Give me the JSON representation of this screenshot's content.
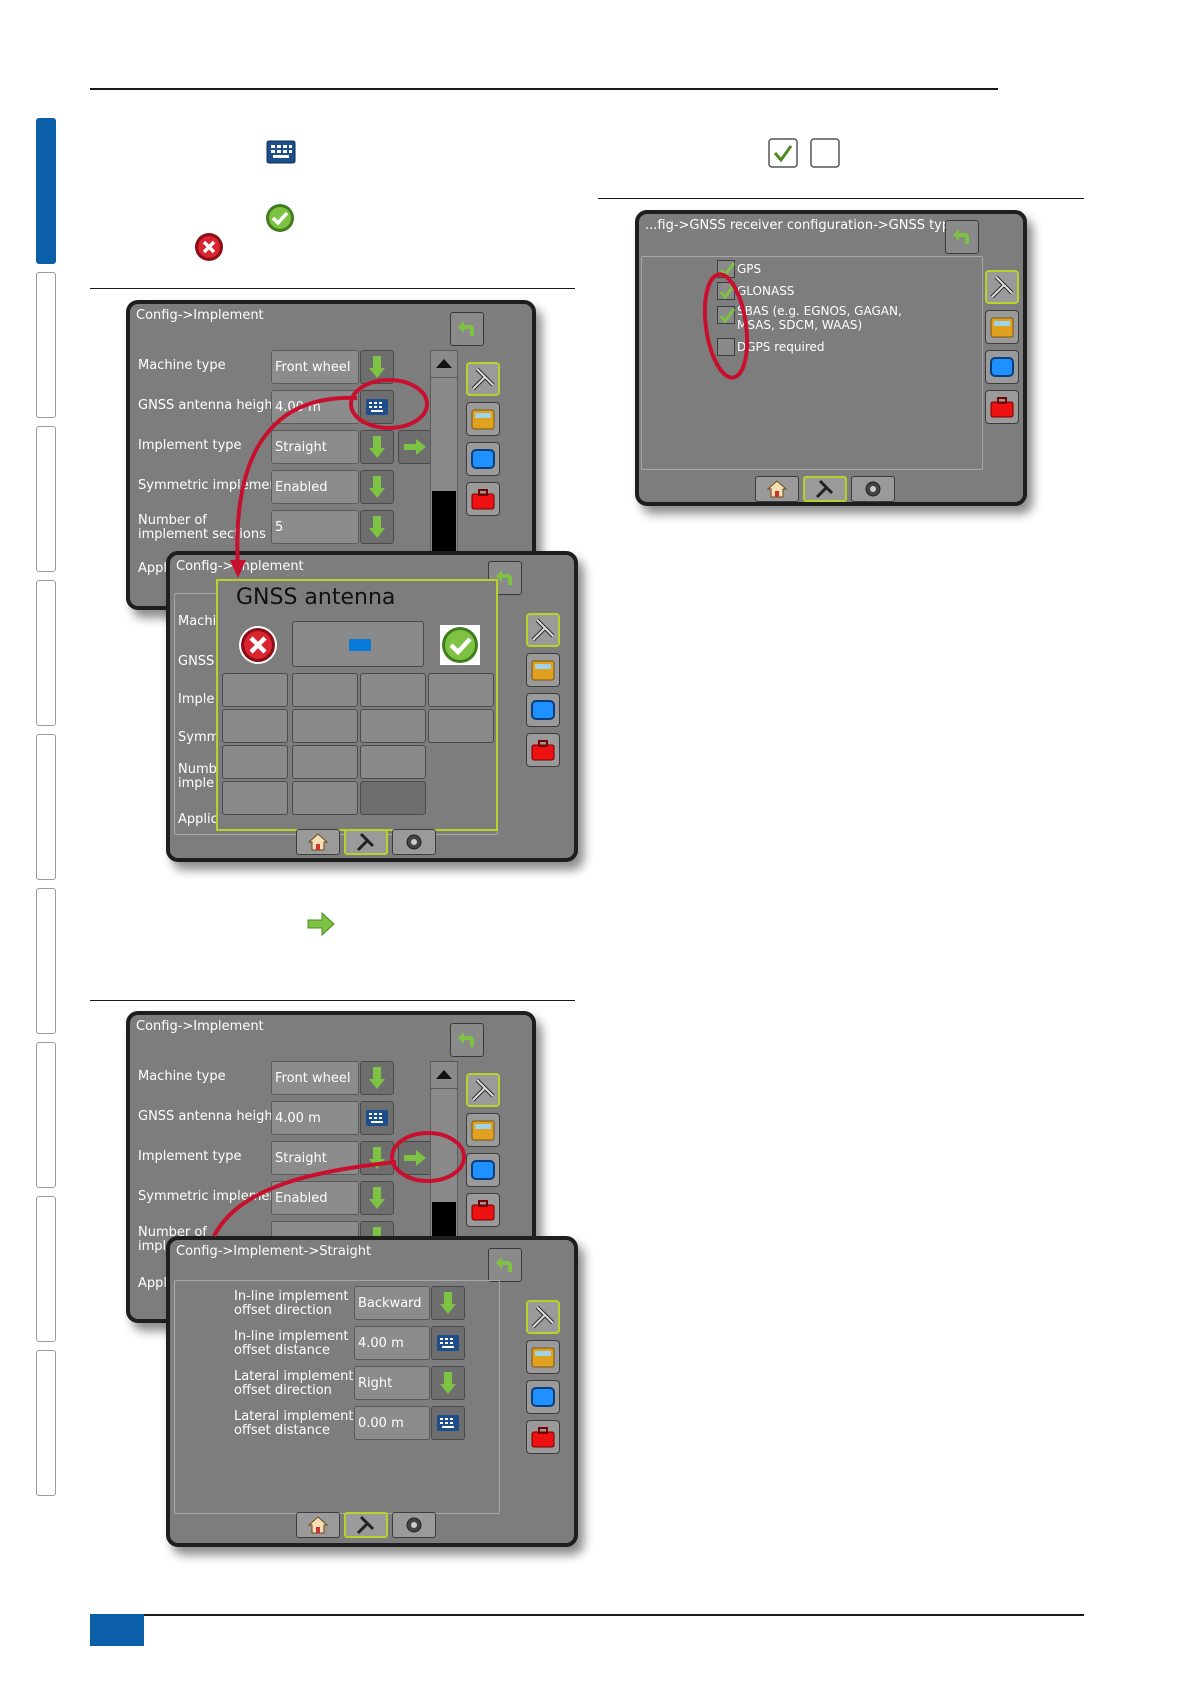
{
  "colors": {
    "accent_blue": "#0a5fa8",
    "green_arrow": "#7dc242",
    "annotation_red": "#c8102e",
    "screen_bg": "#7d7d7d",
    "highlight_green": "#b5d42a"
  },
  "icons": {
    "keyboard": "keyboard-icon",
    "accept": "accept-checkmark-icon",
    "cancel": "cancel-x-icon",
    "next": "next-arrow-icon",
    "back": "back-arrow-icon",
    "down": "down-arrow-icon",
    "home": "home-icon",
    "tools": "tools-icon",
    "camera": "camera-icon"
  },
  "screen1": {
    "title": "Config->Implement",
    "rows": [
      {
        "label": "Machine type",
        "value": "Front wheel",
        "control": "dropdown"
      },
      {
        "label": "GNSS antenna height",
        "value": "4.00 m",
        "control": "keyboard"
      },
      {
        "label": "Implement type",
        "value": "Straight",
        "control": "dropdown-next"
      },
      {
        "label": "Symmetric implement",
        "value": "Enabled",
        "control": "dropdown"
      },
      {
        "label": "Number of\nimplement sections",
        "value": "5",
        "control": "dropdown"
      }
    ],
    "partial_label": "Appl"
  },
  "screen2": {
    "title": "Config->Implement",
    "dialog_title": "GNSS antenna",
    "hidden_labels": [
      "Machi",
      "GNSS",
      "Imple",
      "Symm",
      "Numb\nimple",
      "Applic"
    ]
  },
  "screen3": {
    "title": "Config->Implement",
    "rows": [
      {
        "label": "Machine type",
        "value": "Front wheel",
        "control": "dropdown"
      },
      {
        "label": "GNSS antenna height",
        "value": "4.00 m",
        "control": "keyboard"
      },
      {
        "label": "Implement type",
        "value": "Straight",
        "control": "dropdown-next"
      },
      {
        "label": "Symmetric implement",
        "value": "Enabled",
        "control": "dropdown"
      },
      {
        "label": "Number of\nimpl",
        "value": "",
        "control": "dropdown"
      }
    ],
    "partial_label": "Appl"
  },
  "screen4": {
    "title": "Config->Implement->Straight",
    "rows": [
      {
        "label": "In-line implement\noffset direction",
        "value": "Backward",
        "control": "dropdown"
      },
      {
        "label": "In-line implement\noffset distance",
        "value": "4.00 m",
        "control": "keyboard"
      },
      {
        "label": "Lateral implement\noffset direction",
        "value": "Right",
        "control": "dropdown"
      },
      {
        "label": "Lateral implement\noffset distance",
        "value": "0.00 m",
        "control": "keyboard"
      }
    ]
  },
  "screen5": {
    "title": "...fig->GNSS receiver configuration->GNSS type",
    "options": [
      {
        "label": "GPS",
        "checked": true
      },
      {
        "label": "GLONASS",
        "checked": true
      },
      {
        "label": "SBAS (e.g. EGNOS, GAGAN,\nMSAS, SDCM, WAAS)",
        "checked": true
      },
      {
        "label": "DGPS required",
        "checked": false
      }
    ]
  }
}
